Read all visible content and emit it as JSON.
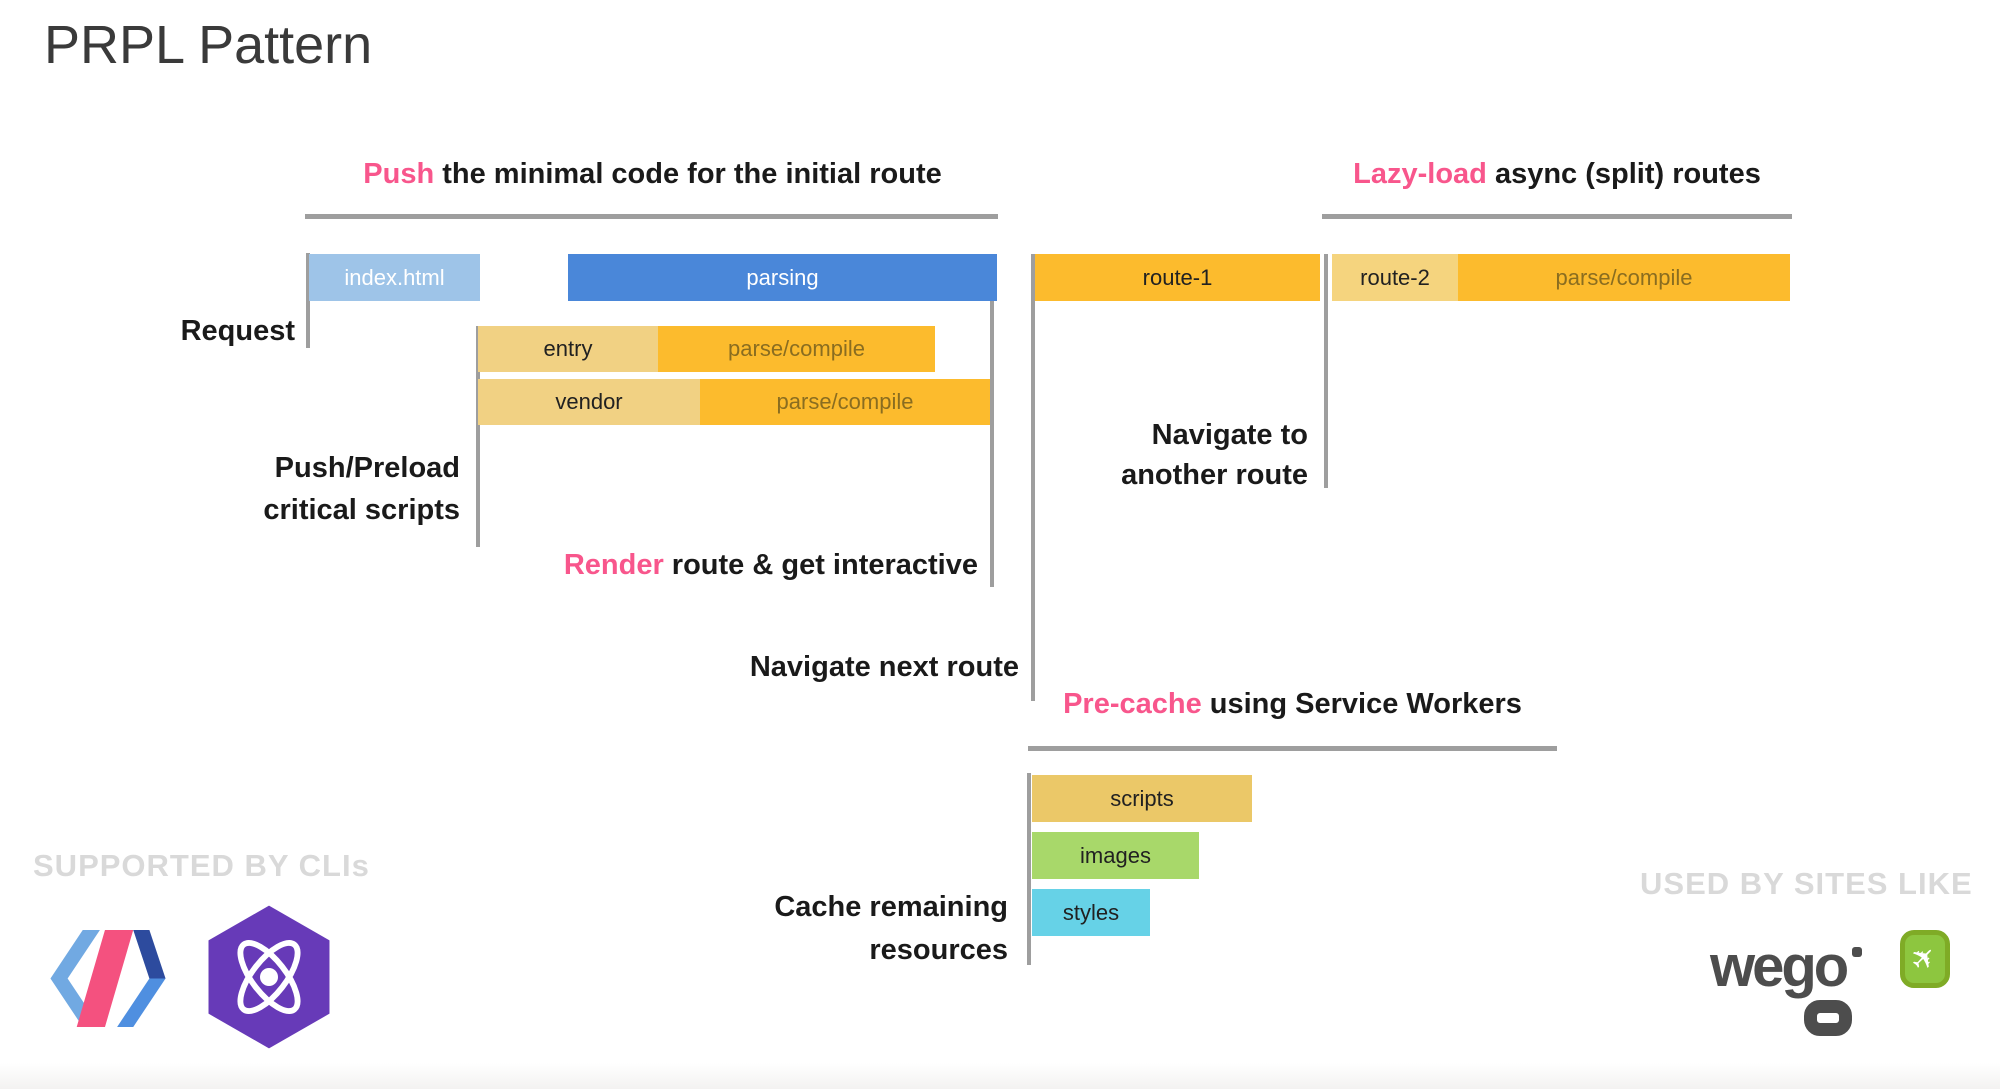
{
  "title": "PRPL Pattern",
  "colors": {
    "pink": "#F8568C",
    "light_blue": "#9EC4E8",
    "blue": "#4A87D9",
    "orange": "#FCBB2D",
    "tan": "#F1D183",
    "route2_tan": "#F5D47E",
    "gold": "#EBC868",
    "green": "#A8D86A",
    "cyan": "#66D2E7",
    "line_gray": "#9E9E9E",
    "muted_text": "#D9D9D9",
    "parse_label_text": "#8A6D20",
    "dark_text": "#212121",
    "white_text": "#FFFFFF",
    "wego_gray": "#4D4D4D",
    "wego_green": "#8DC63F",
    "preact_purple": "#673AB8",
    "polymer_light_blue": "#71A9E2",
    "polymer_pink": "#F4517F",
    "polymer_navy": "#2D4B9E",
    "polymer_blue": "#4F8FE0"
  },
  "headings": {
    "push": {
      "highlight": "Push",
      "rest": " the minimal code for the initial route"
    },
    "lazy": {
      "highlight": "Lazy-load",
      "rest": " async (split) routes"
    },
    "render": {
      "highlight": "Render",
      "rest": " route & get interactive"
    },
    "precache": {
      "highlight": "Pre-cache",
      "rest": " using Service Workers"
    }
  },
  "labels": {
    "request": "Request",
    "push_preload": [
      "Push/Preload",
      "critical scripts"
    ],
    "navigate_next": "Navigate next route",
    "navigate_another": [
      "Navigate to",
      "another route"
    ],
    "cache_remaining": [
      "Cache remaining",
      "resources"
    ]
  },
  "bars": {
    "index_html": {
      "label": "index.html",
      "bg": "#9EC4E8",
      "fg": "#FFFFFF"
    },
    "parsing": {
      "label": "parsing",
      "bg": "#4A87D9",
      "fg": "#FFFFFF"
    },
    "route_1": {
      "label": "route-1",
      "bg": "#FCBB2D",
      "fg": "#212121"
    },
    "route_2": {
      "label": "route-2",
      "bg": "#F5D47E",
      "fg": "#212121"
    },
    "route_2_parse": {
      "label": "parse/compile",
      "bg": "#FCBB2D",
      "fg": "#8A6D20"
    },
    "entry": {
      "label": "entry",
      "bg": "#F1D183",
      "fg": "#212121"
    },
    "entry_parse": {
      "label": "parse/compile",
      "bg": "#FCBB2D",
      "fg": "#8A6D20"
    },
    "vendor": {
      "label": "vendor",
      "bg": "#F1D183",
      "fg": "#212121"
    },
    "vendor_parse": {
      "label": "parse/compile",
      "bg": "#FCBB2D",
      "fg": "#8A6D20"
    },
    "scripts": {
      "label": "scripts",
      "bg": "#EBC868",
      "fg": "#212121"
    },
    "images": {
      "label": "images",
      "bg": "#A8D86A",
      "fg": "#212121"
    },
    "styles": {
      "label": "styles",
      "bg": "#66D2E7",
      "fg": "#212121"
    }
  },
  "footer": {
    "supported_by": "SUPPORTED BY CLIs",
    "used_by": "USED BY SITES LIKE",
    "wego_wordmark": "wego",
    "wego_plane_icon": "✈"
  }
}
